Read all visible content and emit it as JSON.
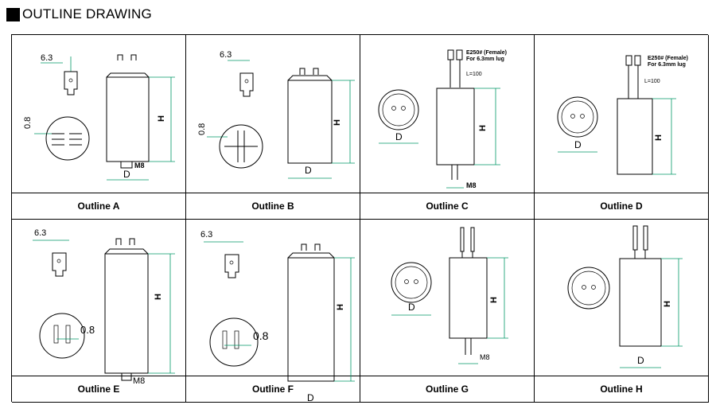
{
  "page": {
    "title": "OUTLINE DRAWING"
  },
  "labels": {
    "w63": "6.3",
    "w08": "0.8",
    "H": "H",
    "D": "D",
    "M8": "M8",
    "lead": "L=100",
    "tab1": "E250# (Female)",
    "tab2": "For 6.3mm lug"
  },
  "outlines": [
    {
      "name": "Outline A"
    },
    {
      "name": "Outline B"
    },
    {
      "name": "Outline C"
    },
    {
      "name": "Outline D"
    },
    {
      "name": "Outline E"
    },
    {
      "name": "Outline F"
    },
    {
      "name": "Outline G"
    },
    {
      "name": "Outline H"
    }
  ]
}
